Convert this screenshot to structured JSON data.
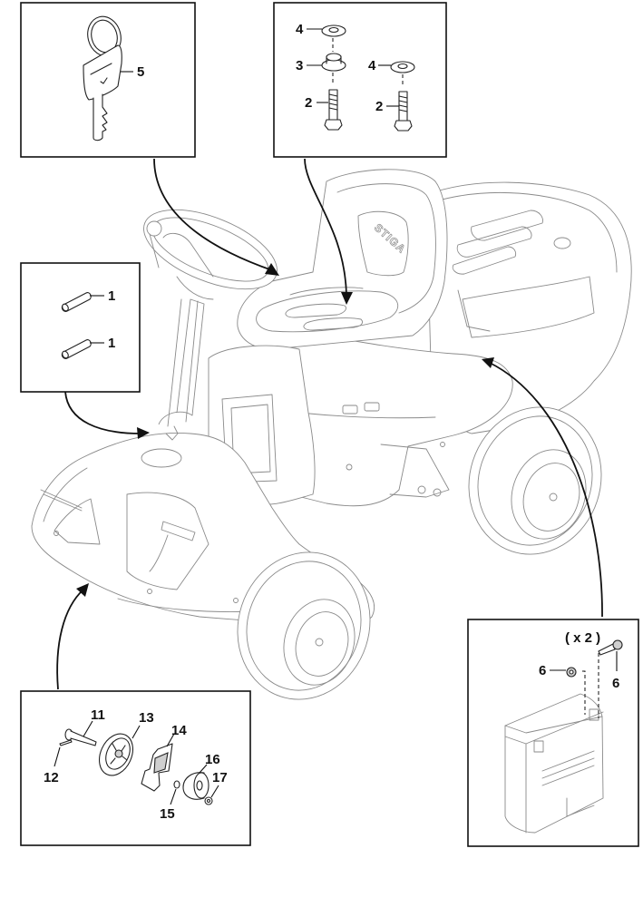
{
  "diagram": {
    "type": "exploded-parts-diagram",
    "subject": "ride-on lawn mower",
    "brand_text": "STIGA",
    "callouts": {
      "key_box": {
        "parts": [
          {
            "label": "5",
            "part": "ignition key"
          }
        ]
      },
      "seat_bolts_box": {
        "parts": [
          {
            "label": "4",
            "part": "washer"
          },
          {
            "label": "3",
            "part": "rubber bushing"
          },
          {
            "label": "2",
            "part": "bolt"
          },
          {
            "label": "4",
            "part": "washer"
          },
          {
            "label": "2",
            "part": "bolt"
          }
        ]
      },
      "pins_box": {
        "parts": [
          {
            "label": "1",
            "part": "pin"
          },
          {
            "label": "1",
            "part": "pin"
          }
        ]
      },
      "wheel_box": {
        "parts": [
          {
            "label": "11",
            "part": "axle"
          },
          {
            "label": "12",
            "part": "pin"
          },
          {
            "label": "13",
            "part": "wheel"
          },
          {
            "label": "14",
            "part": "bracket"
          },
          {
            "label": "15",
            "part": "washer"
          },
          {
            "label": "16",
            "part": "knob"
          },
          {
            "label": "17",
            "part": "nut"
          }
        ]
      },
      "battery_box": {
        "quantity_note": "( x 2 )",
        "parts": [
          {
            "label": "6",
            "part": "nut"
          },
          {
            "label": "6",
            "part": "bolt"
          }
        ]
      }
    }
  }
}
